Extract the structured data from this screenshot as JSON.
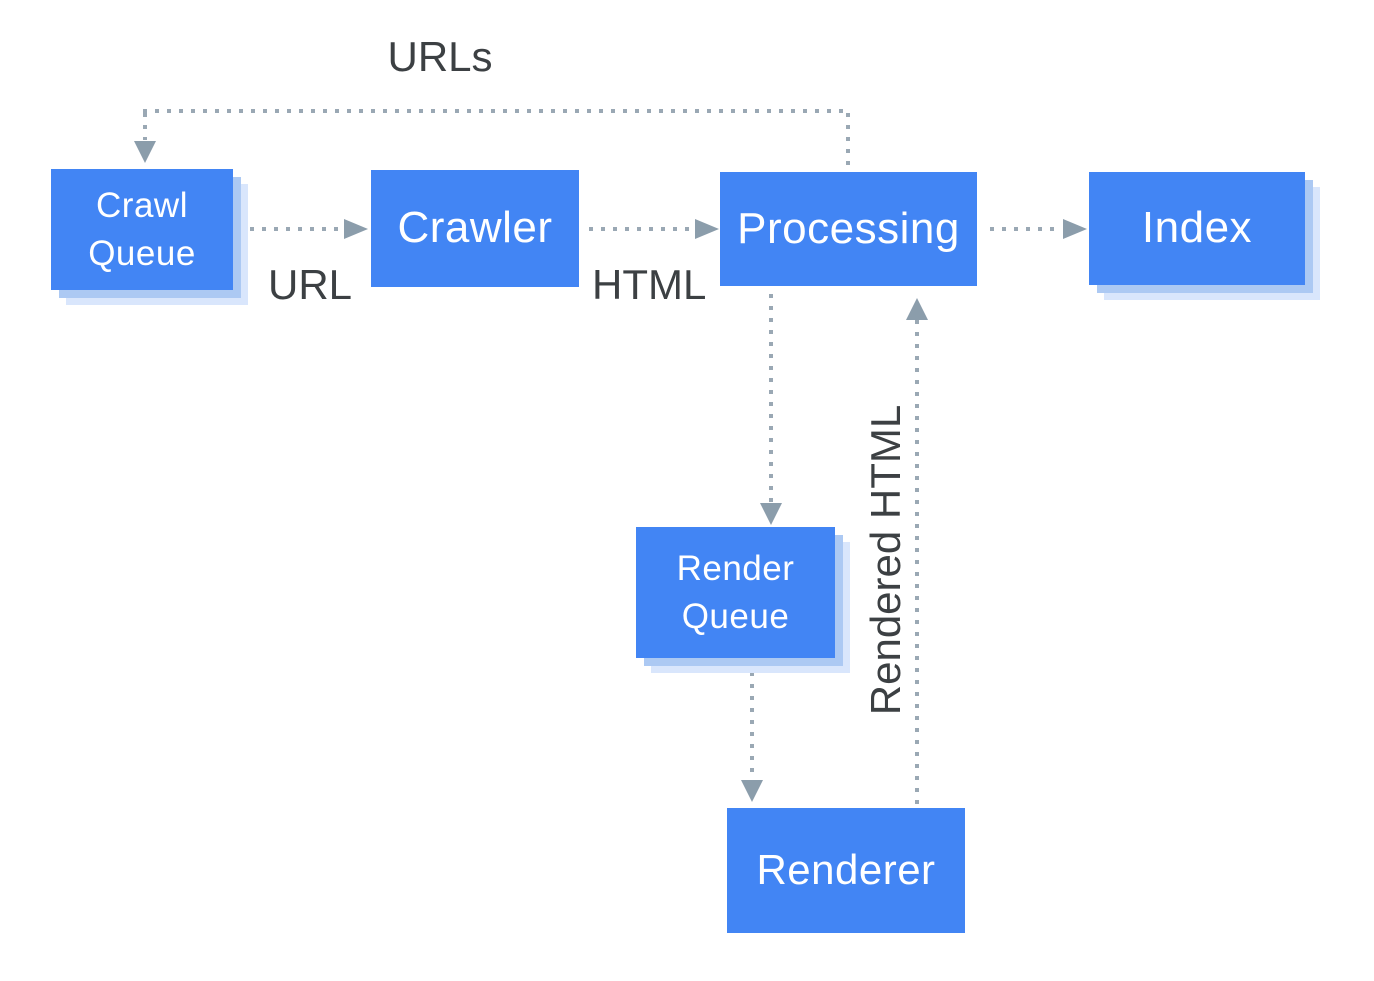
{
  "diagram": {
    "type": "flowchart",
    "subject": "crawl-render-index pipeline"
  },
  "nodes": {
    "crawl_queue": {
      "label": "Crawl Queue"
    },
    "crawler": {
      "label": "Crawler"
    },
    "processing": {
      "label": "Processing"
    },
    "index": {
      "label": "Index"
    },
    "render_queue": {
      "label": "Render Queue"
    },
    "renderer": {
      "label": "Renderer"
    }
  },
  "edges": [
    {
      "from": "Processing",
      "to": "Crawl Queue",
      "label": "URLs",
      "style": "dotted"
    },
    {
      "from": "Crawl Queue",
      "to": "Crawler",
      "label": "URL",
      "style": "dotted"
    },
    {
      "from": "Crawler",
      "to": "Processing",
      "label": "HTML",
      "style": "dotted"
    },
    {
      "from": "Processing",
      "to": "Index",
      "label": "",
      "style": "dotted"
    },
    {
      "from": "Processing",
      "to": "Render Queue",
      "label": "",
      "style": "dotted"
    },
    {
      "from": "Render Queue",
      "to": "Renderer",
      "label": "",
      "style": "dotted"
    },
    {
      "from": "Renderer",
      "to": "Processing",
      "label": "Rendered HTML",
      "style": "dotted"
    }
  ],
  "colors": {
    "node_fill": "#4285F4",
    "node_text": "#FFFFFF",
    "shadow_inner": "#ACC9F3",
    "shadow_outer": "#D9E6FC",
    "dotted_line": "#9AA8B4",
    "arrowhead": "#8B9DAB",
    "label_text": "#3C4043",
    "background": "#FFFFFF"
  }
}
